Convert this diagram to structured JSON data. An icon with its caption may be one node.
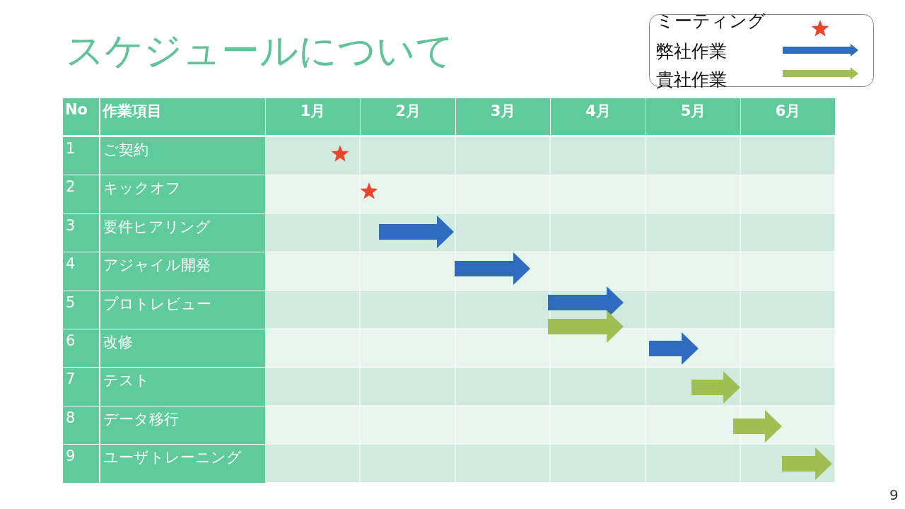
{
  "diagram": {
    "title": "スケジュールについて",
    "labels": [
      "No",
      "作業項目",
      "1月",
      "2月",
      "3月",
      "4月",
      "5月",
      "6月",
      "1",
      "ご契約",
      "2",
      "キックオフ",
      "3",
      "要件ヒアリング",
      "4",
      "アジャイル開発",
      "5",
      "プロトレビュー",
      "6",
      "改修",
      "7",
      "テスト",
      "8",
      "データ移行",
      "9",
      "ユーザトレーニング",
      "9"
    ],
    "legend": [
      {
        "text": "ミーティング"
      },
      {
        "text": "弊社作業"
      },
      {
        "text": "貴社作業"
      }
    ]
  }
}
